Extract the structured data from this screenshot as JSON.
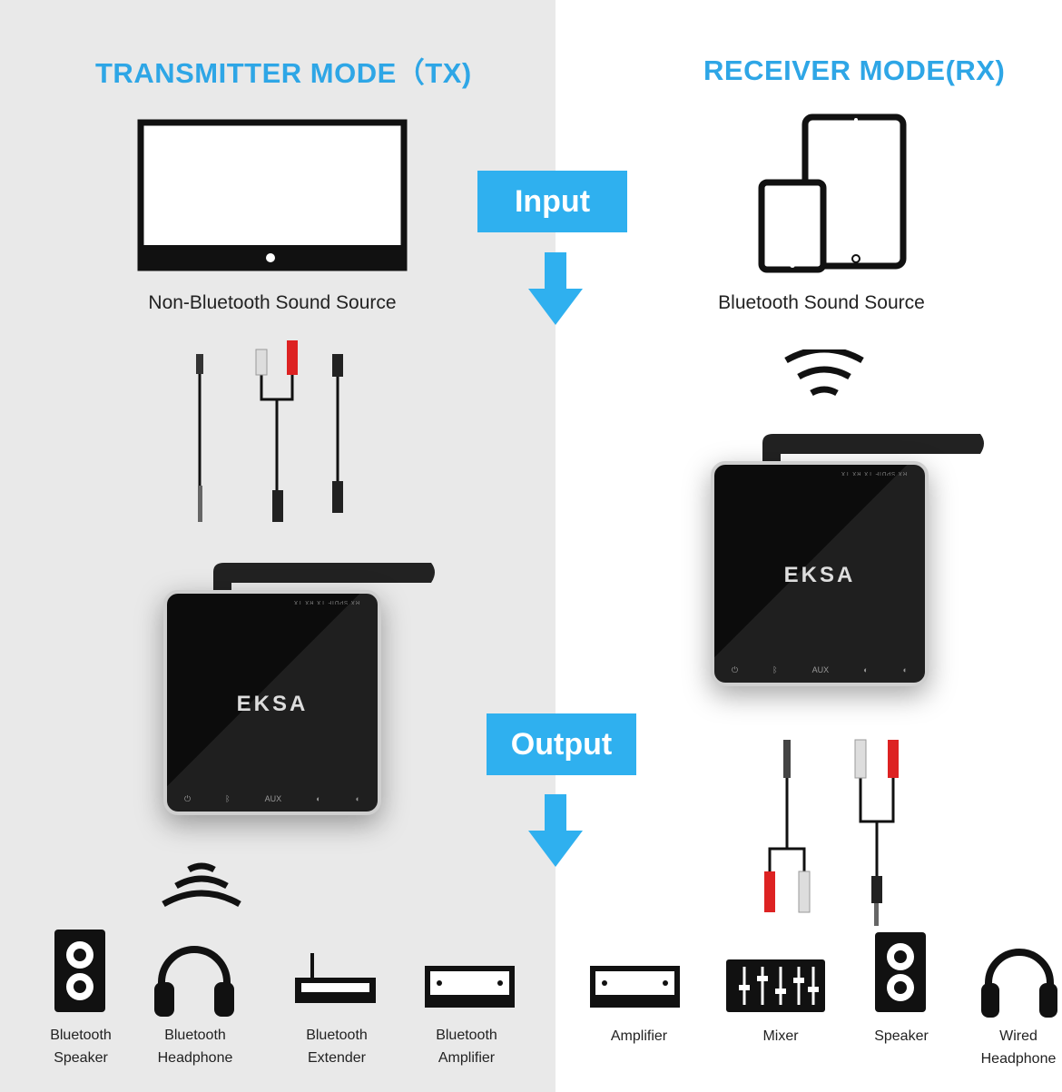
{
  "tx": {
    "title": "TRANSMITTER MODE（TX)",
    "source_caption": "Non-Bluetooth Sound Source",
    "outputs": [
      {
        "icon": "speaker-icon",
        "label1": "Bluetooth",
        "label2": "Speaker"
      },
      {
        "icon": "headphone-icon",
        "label1": "Bluetooth",
        "label2": "Headphone"
      },
      {
        "icon": "extender-icon",
        "label1": "Bluetooth",
        "label2": "Extender"
      },
      {
        "icon": "amplifier-icon",
        "label1": "Bluetooth",
        "label2": "Amplifier"
      }
    ]
  },
  "rx": {
    "title": "RECEIVER MODE(RX)",
    "source_caption": "Bluetooth Sound Source",
    "outputs": [
      {
        "icon": "amplifier-icon",
        "label1": "Amplifier",
        "label2": ""
      },
      {
        "icon": "mixer-icon",
        "label1": "Mixer",
        "label2": ""
      },
      {
        "icon": "speaker-icon",
        "label1": "Speaker",
        "label2": ""
      },
      {
        "icon": "headphone-icon",
        "label1": "Wired",
        "label2": "Headphone"
      }
    ]
  },
  "flow": {
    "input_label": "Input",
    "output_label": "Output"
  },
  "device": {
    "brand": "EKSA",
    "ports": "RX SPDIF TX RX TX",
    "leds": [
      "⏻",
      "ᛒ",
      "AUX",
      "◐",
      "◐"
    ]
  },
  "colors": {
    "accent": "#2fb0ef",
    "title": "#2ea6e6",
    "left_bg": "#e9e9e9"
  }
}
